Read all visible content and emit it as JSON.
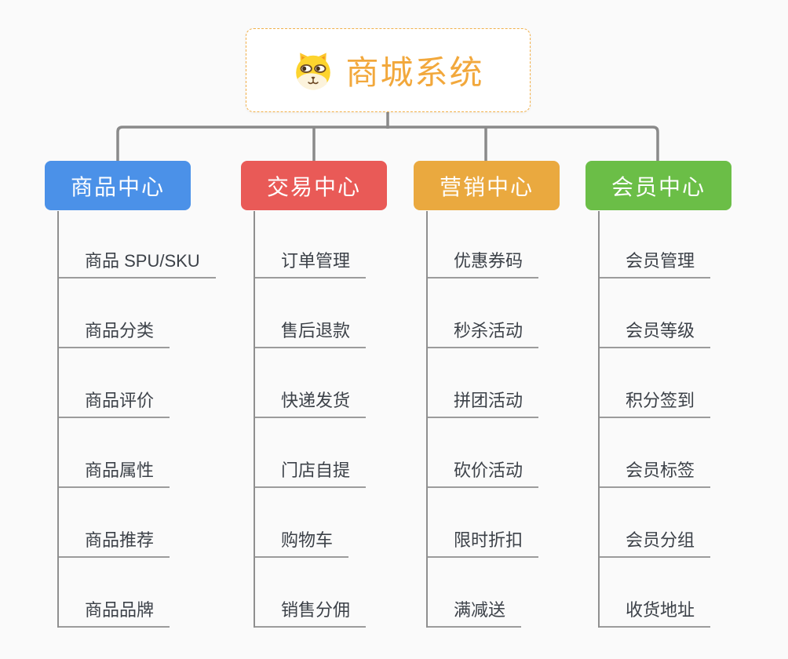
{
  "page": {
    "background": "#fafafa",
    "connector_color": "#8a8a8a",
    "leaf_text_color": "#3c4148"
  },
  "root": {
    "title": "商城系统",
    "icon": "dog-mascot-icon",
    "title_color": "#f2a83c",
    "border_color": "#f2b04a"
  },
  "branches": [
    {
      "label": "商品中心",
      "color": "#4b91e8",
      "children": [
        "商品 SPU/SKU",
        "商品分类",
        "商品评价",
        "商品属性",
        "商品推荐",
        "商品品牌"
      ]
    },
    {
      "label": "交易中心",
      "color": "#e95a57",
      "children": [
        "订单管理",
        "售后退款",
        "快递发货",
        "门店自提",
        "购物车",
        "销售分佣"
      ]
    },
    {
      "label": "营销中心",
      "color": "#eaa93f",
      "children": [
        "优惠券码",
        "秒杀活动",
        "拼团活动",
        "砍价活动",
        "限时折扣",
        "满减送"
      ]
    },
    {
      "label": "会员中心",
      "color": "#6bbe47",
      "children": [
        "会员管理",
        "会员等级",
        "积分签到",
        "会员标签",
        "会员分组",
        "收货地址"
      ]
    }
  ]
}
